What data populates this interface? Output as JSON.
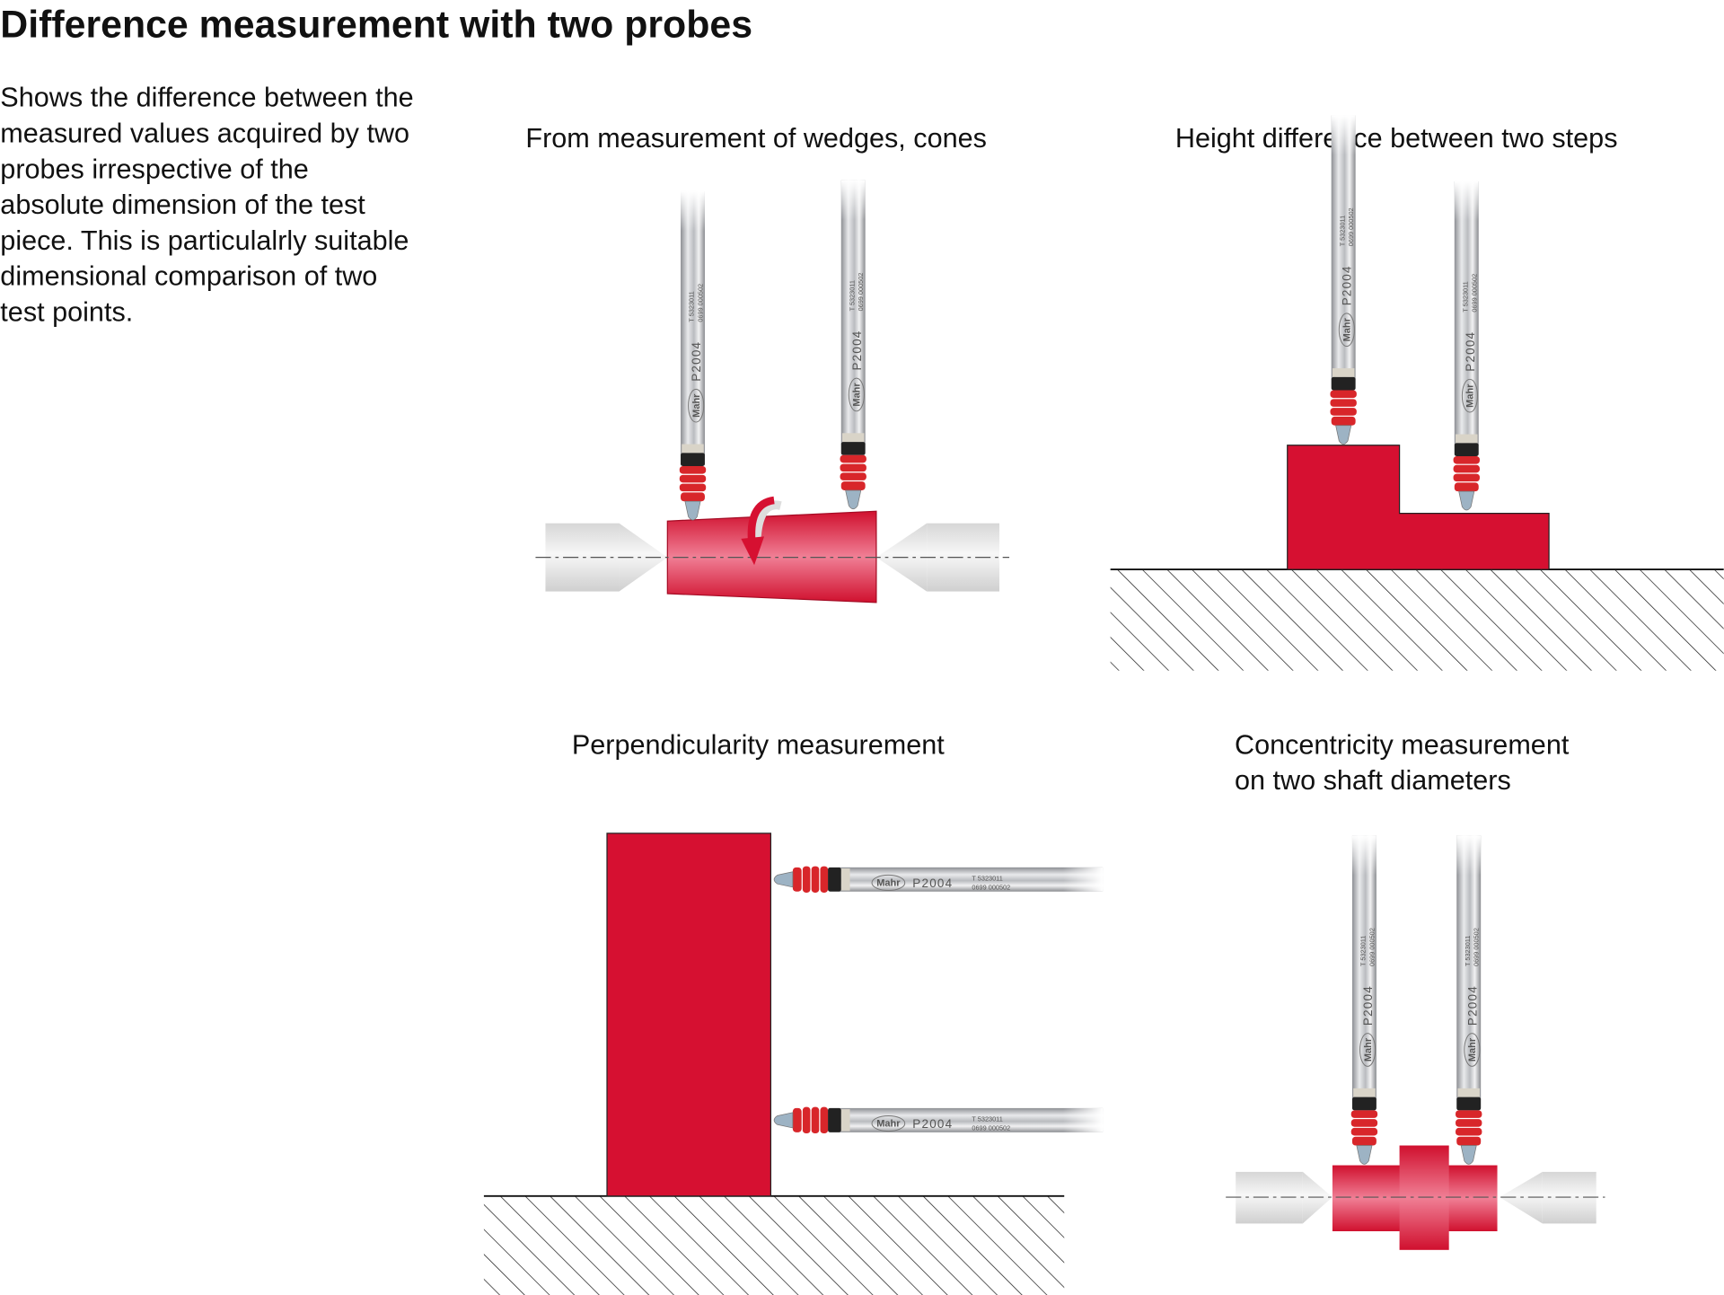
{
  "title": "Difference measurement with two probes",
  "description_lines": [
    "Shows the difference between the",
    "measured values acquired by two",
    "probes irrespective of the",
    "absolute dimension of the test",
    "piece. This is particulalrly suitable",
    "dimensional comparison of two",
    "test points."
  ],
  "panels": [
    {
      "heading": [
        "From measurement of wedges, cones"
      ]
    },
    {
      "heading": [
        "Height difference between two steps"
      ]
    },
    {
      "heading": [
        "Perpendicularity measurement"
      ]
    },
    {
      "heading": [
        "Concentricity measurement",
        "on two shaft diameters"
      ]
    }
  ],
  "probe_markings": {
    "brand": "Mahr",
    "model": "P2004",
    "code1": "T   5323011",
    "code2": "0699 000502"
  },
  "colors": {
    "workpiece_red": "#d61031",
    "bellows_red": "#d8262a",
    "probe_silver": "#c8c9cc",
    "centre_grey": "#e4e4e4"
  }
}
